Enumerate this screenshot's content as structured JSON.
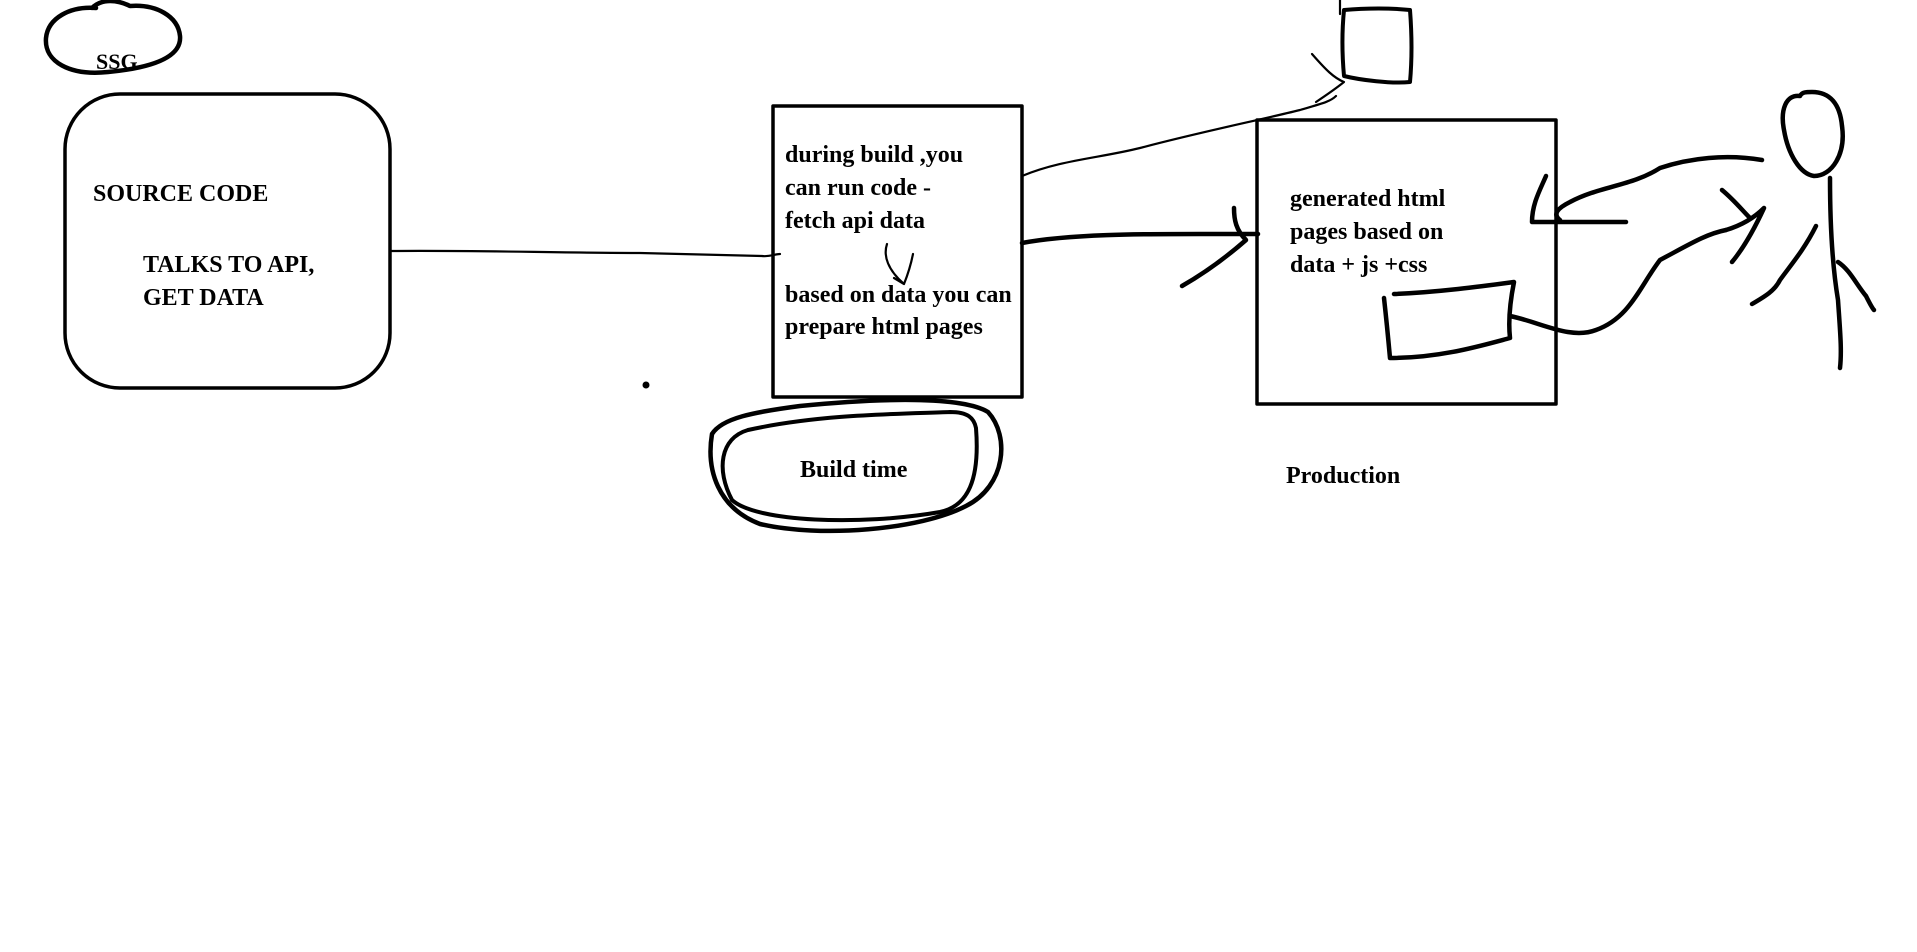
{
  "diagram": {
    "title": "SSG",
    "source_box": {
      "heading": "SOURCE CODE",
      "detail": "TALKS TO API,\nGET DATA"
    },
    "build_box": {
      "step1": "during build ,you\ncan run code -\nfetch api data",
      "step2": "based on data you can\nprepare  html pages"
    },
    "build_label": "Build time",
    "production_box": {
      "text": "generated html\npages based on\ndata + js +css"
    },
    "production_label": "Production",
    "colors": {
      "ink": "#000000",
      "background": "#ffffff"
    }
  }
}
